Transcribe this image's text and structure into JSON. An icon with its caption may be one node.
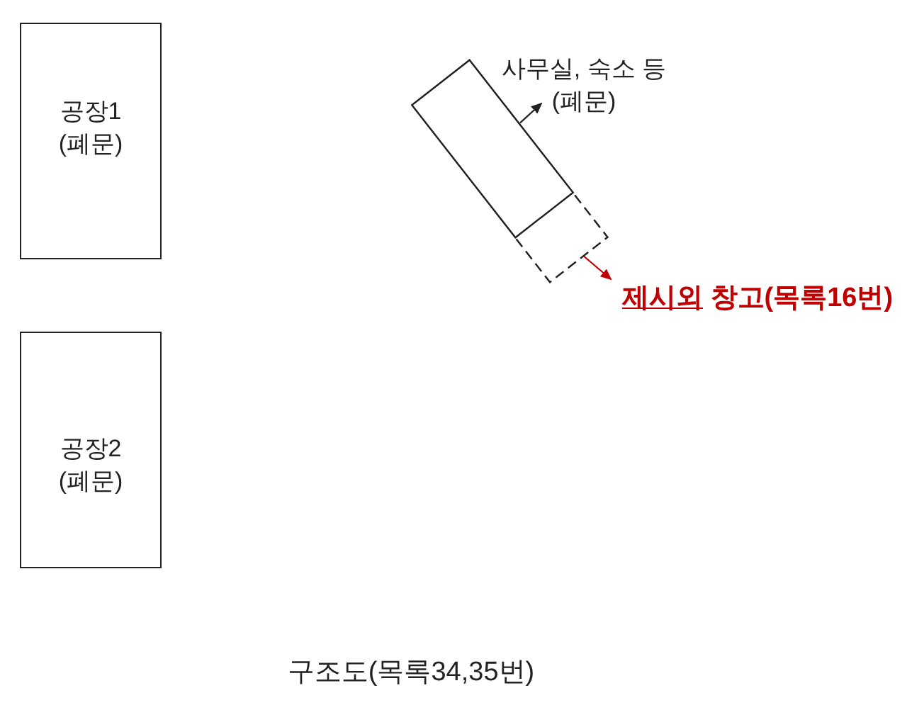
{
  "diagram": {
    "caption": "구조도(목록34,35번)",
    "nodes": [
      {
        "text": [
          "공장1 (폐문)"
        ]
      },
      {
        "text": [
          "공장2 (폐문)"
        ]
      },
      {
        "text": [],
        "shape": "box"
      },
      {
        "text": [
          "사무실, 숙소 등 (폐문)"
        ]
      },
      {
        "text": [],
        "shape": "box"
      },
      {
        "text": [
          "제시외 창고(목록16번)"
        ]
      }
    ],
    "edges": [
      {
        "from": 2,
        "to": 3,
        "arrow": "to"
      },
      {
        "from": 4,
        "to": 5,
        "arrow": "to",
        "color": "#c00000"
      }
    ]
  }
}
